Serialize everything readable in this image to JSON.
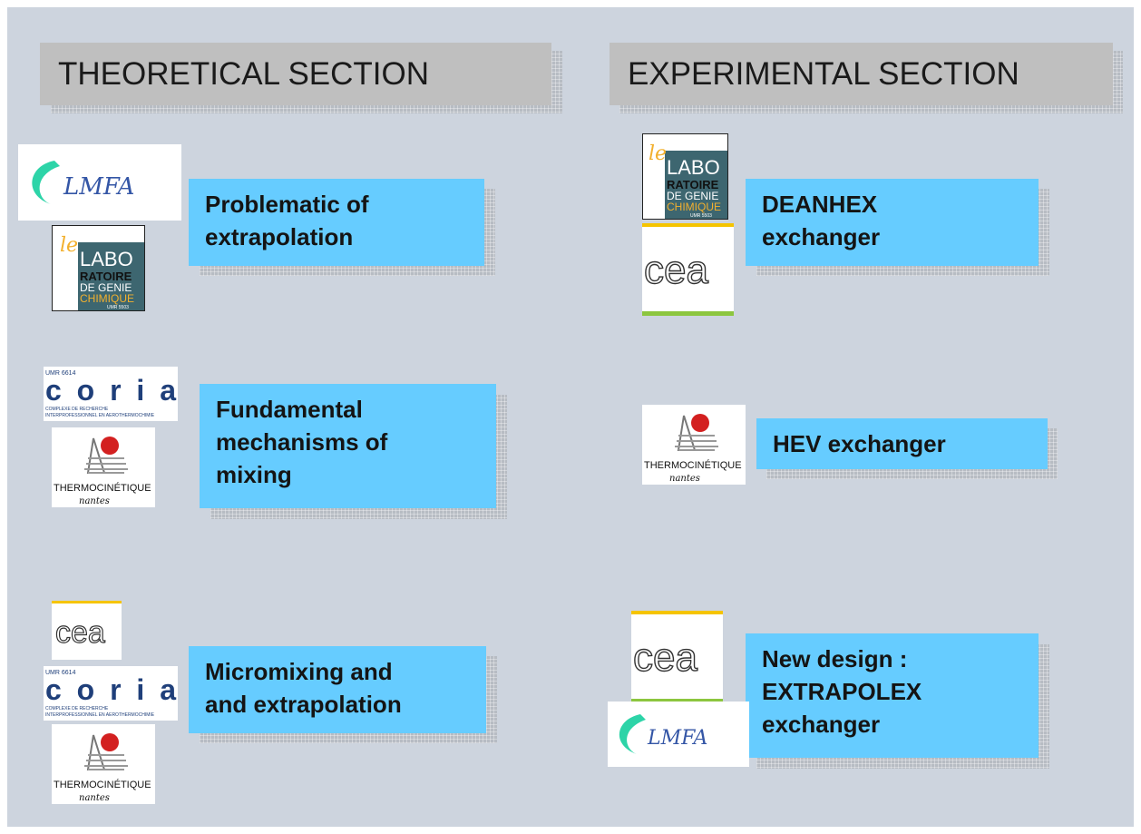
{
  "theoretical": {
    "header": "THEORETICAL SECTION",
    "topics": [
      {
        "lines": [
          "Problematic of",
          "extrapolation"
        ]
      },
      {
        "lines": [
          "Fundamental",
          "mechanisms of",
          "mixing"
        ]
      },
      {
        "lines": [
          "Micromixing and",
          "and extrapolation"
        ]
      }
    ]
  },
  "experimental": {
    "header": "EXPERIMENTAL SECTION",
    "topics": [
      {
        "lines": [
          "DEANHEX",
          "exchanger"
        ]
      },
      {
        "lines": [
          "HEV exchanger"
        ]
      },
      {
        "lines": [
          "New design :",
          "EXTRAPOLEX",
          "exchanger"
        ]
      }
    ]
  },
  "logos": {
    "lmfa": "LMFA",
    "labo_le": "le",
    "labo_main": "LABO",
    "labo_r": "RATOIRE",
    "labo_dg": "DE GENIE",
    "labo_ch": "CHIMIQUE",
    "labo_umr": "UMR 5503",
    "cea": "cea",
    "coria_umr": "UMR 6614",
    "coria_name": "coria",
    "coria_sub1": "COMPLEXE DE RECHERCHE",
    "coria_sub2": "INTERPROFESSIONNEL EN AEROTHERMOCHIMIE",
    "thermo": "THERMOCINÉTIQUE",
    "thermo_sig": "nantes"
  },
  "colors": {
    "slide_bg": "#cdd4de",
    "header_bg": "#bfbfbf",
    "box_bg": "#66ccff",
    "lmfa_swoosh": "#2dd4a8",
    "labo_bg": "#3d6670",
    "labo_yellow": "#f2b02e",
    "cea_yellow": "#f5c400",
    "cea_green": "#8cc63f",
    "coria_navy": "#1f3f7a"
  }
}
